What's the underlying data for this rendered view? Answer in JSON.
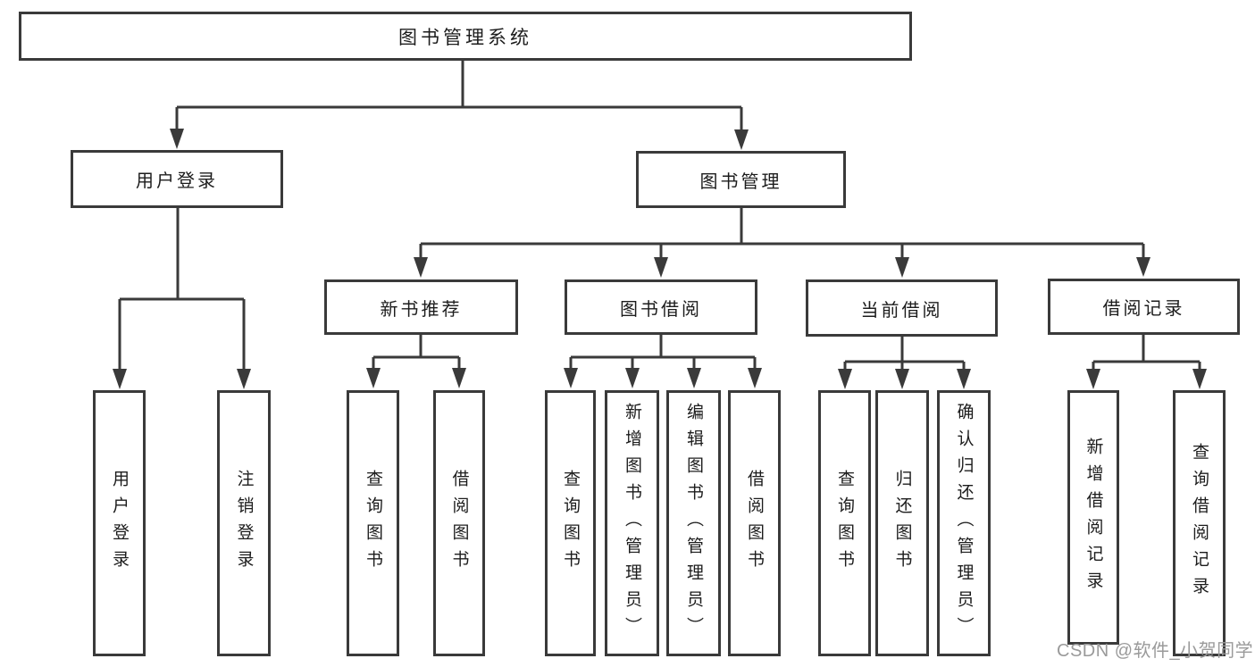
{
  "diagram": {
    "root": {
      "label": "图书管理系统"
    },
    "level2": [
      {
        "label": "用户登录"
      },
      {
        "label": "图书管理"
      }
    ],
    "level3": [
      {
        "label": "新书推荐"
      },
      {
        "label": "图书借阅"
      },
      {
        "label": "当前借阅"
      },
      {
        "label": "借阅记录"
      }
    ],
    "leaves": [
      {
        "label": "用户登录"
      },
      {
        "label": "注销登录"
      },
      {
        "label": "查询图书"
      },
      {
        "label": "借阅图书"
      },
      {
        "label": "查询图书"
      },
      {
        "label": "新增图书（管理员）"
      },
      {
        "label": "编辑图书（管理员）"
      },
      {
        "label": "借阅图书"
      },
      {
        "label": "查询图书"
      },
      {
        "label": "归还图书"
      },
      {
        "label": "确认归还（管理员）"
      },
      {
        "label": "新增借阅记录"
      },
      {
        "label": "查询借阅记录"
      }
    ],
    "colors": {
      "line": "#3a3a3a",
      "text": "#1c1c1c",
      "box_bg": "#ffffff",
      "watermark": "#9a9a9a"
    },
    "watermark": "CSDN @软件_小贺同学"
  }
}
